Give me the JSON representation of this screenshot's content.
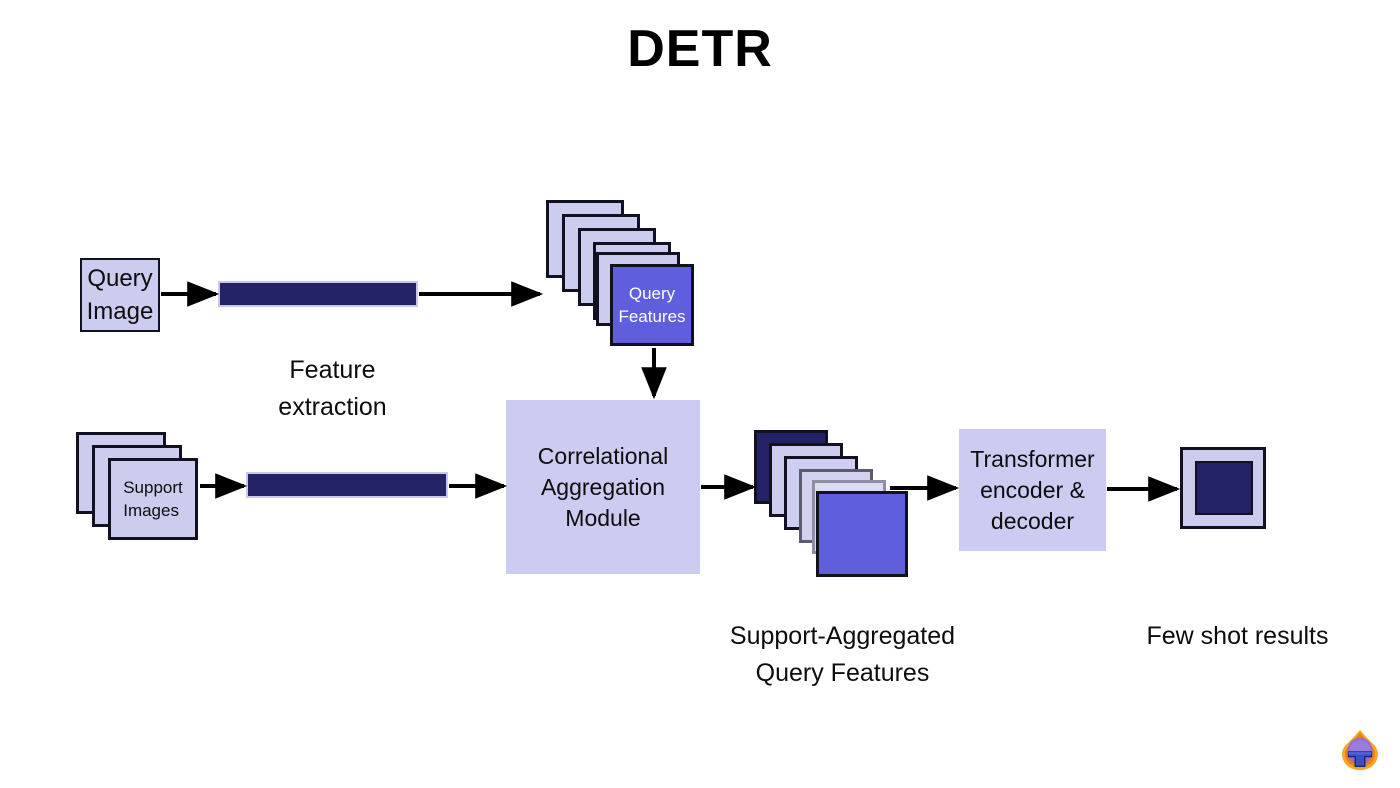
{
  "title": "DETR",
  "diagram": {
    "type": "flow-diagram",
    "background": "#ffffff",
    "palette": {
      "lavender": "#ccccef",
      "lavender_panel": "#ccccf2",
      "navy": "#232266",
      "accent_blue": "#5f5fdd",
      "outline": "#111122",
      "text": "#0d0d0d"
    },
    "nodes": [
      {
        "id": "query-image",
        "label": "Query\nImage",
        "kind": "bordered-box",
        "fill": "#ccccef"
      },
      {
        "id": "support-images",
        "label": "Support\nImages",
        "kind": "card-stack",
        "cards": 3,
        "fill": "#ccccef"
      },
      {
        "id": "query-backbone",
        "label": "",
        "kind": "backbone-bar",
        "fill": "#232266"
      },
      {
        "id": "support-backbone",
        "label": "",
        "kind": "backbone-bar",
        "fill": "#232266"
      },
      {
        "id": "query-features",
        "label": "Query\nFeatures",
        "kind": "card-stack",
        "cards": 6,
        "fill": "#5f5fdd"
      },
      {
        "id": "correlational-aggregation-module",
        "label": "Correlational\nAggregation\nModule",
        "kind": "plain-box",
        "fill": "#ccccf2"
      },
      {
        "id": "support-aggregated-query-features",
        "label": "",
        "kind": "card-stack",
        "cards": 6,
        "fill": "#5f5fdd"
      },
      {
        "id": "transformer",
        "label": "Transformer\nencoder &\ndecoder",
        "kind": "plain-box",
        "fill": "#ccccf2"
      },
      {
        "id": "few-shot-result",
        "label": "",
        "kind": "result-box",
        "fill": "#ccccef"
      }
    ],
    "captions": {
      "feature_extraction": "Feature\nextraction",
      "support_aggregated": "Support-Aggregated\nQuery Features",
      "few_shot_results": "Few shot results"
    },
    "edges": [
      {
        "from": "query-image",
        "to": "query-backbone"
      },
      {
        "from": "query-backbone",
        "to": "query-features"
      },
      {
        "from": "support-images",
        "to": "support-backbone"
      },
      {
        "from": "support-backbone",
        "to": "correlational-aggregation-module"
      },
      {
        "from": "query-features",
        "to": "correlational-aggregation-module"
      },
      {
        "from": "correlational-aggregation-module",
        "to": "support-aggregated-query-features"
      },
      {
        "from": "support-aggregated-query-features",
        "to": "transformer"
      },
      {
        "from": "transformer",
        "to": "few-shot-result"
      }
    ]
  },
  "brand": {
    "logo_name": "helmet-flame-logo"
  }
}
